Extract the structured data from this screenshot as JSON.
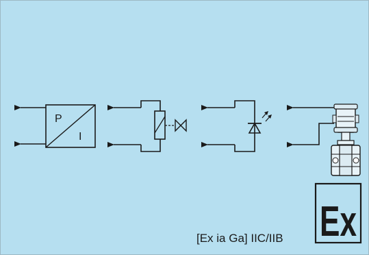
{
  "colors": {
    "background": "#b6dff0",
    "border": "#222222",
    "ink": "#1a1a1a"
  },
  "converter": {
    "input_label": "P",
    "output_label": "I"
  },
  "certification": {
    "marking": "Ex",
    "text": "[Ex ia Ga] IIC/IIB"
  },
  "icons": [
    "pressure-to-current-converter-icon",
    "solenoid-valve-icon",
    "led-indicator-icon",
    "pressure-transmitter-icon",
    "ex-approval-mark-icon"
  ]
}
